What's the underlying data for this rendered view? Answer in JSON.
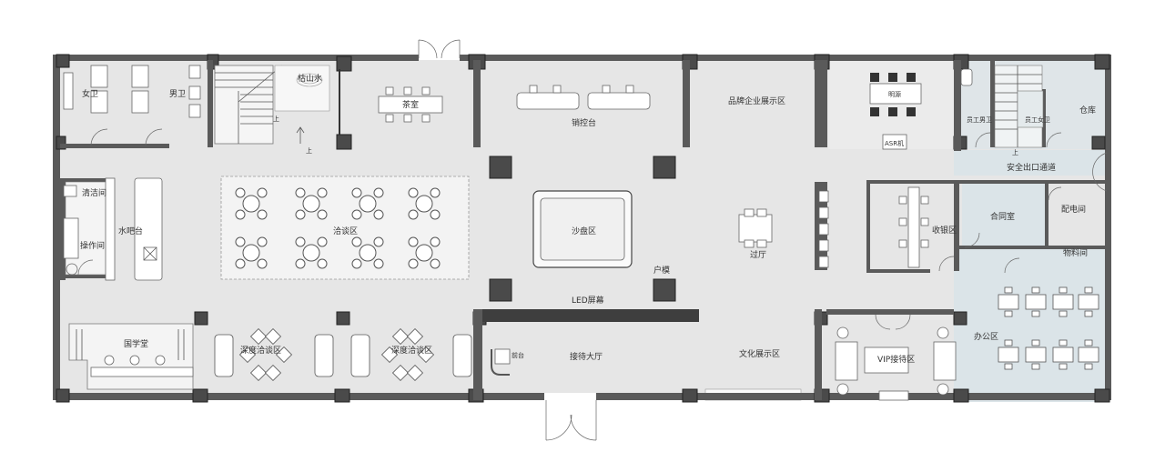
{
  "plan": {
    "rooms": {
      "womens_restroom": "女卫",
      "mens_restroom": "男卫",
      "dry_landscape": "枯山水",
      "tea_room": "茶室",
      "sales_counter": "销控台",
      "brand_exhibition": "品牌企业展示区",
      "brightroom": "明源",
      "asr": "ASR机",
      "staff_mens_restroom": "员工男卫",
      "staff_womens_restroom": "员工女卫",
      "warehouse": "仓库",
      "safety_exit_passage": "安全出口通道",
      "cleaning_room": "清洁间",
      "water_bar": "水吧台",
      "operation_room": "操作间",
      "negotiation_area": "洽谈区",
      "sand_table_area": "沙盘区",
      "unit_model": "户模",
      "led_screen": "LED屏幕",
      "hallway": "过厅",
      "signing_area": "收银区",
      "contract_room": "合同室",
      "power_room": "配电间",
      "material_room": "物料间",
      "office_area": "办公区",
      "chinese_study_hall": "国学堂",
      "deep_negotiation_area_1": "深度洽谈区",
      "deep_negotiation_area_2": "深度洽谈区",
      "reception_hall": "接待大厅",
      "reception_desk": "前台",
      "culture_exhibition": "文化展示区",
      "vip_reception": "VIP接待区"
    },
    "markers": {
      "up_1": "上",
      "up_2": "上",
      "up_3": "上"
    }
  }
}
